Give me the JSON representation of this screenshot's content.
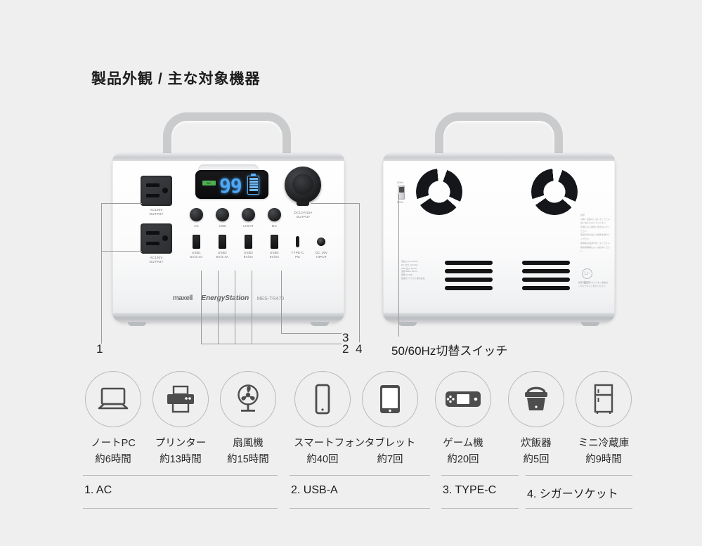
{
  "page": {
    "title": "製品外観 / 主な対象機器",
    "background_color": "#efefef"
  },
  "product": {
    "front": {
      "display": {
        "value": "99",
        "ac_indicator": "AC",
        "battery_icon": "battery-icon"
      },
      "ac_outlets": [
        {
          "label": "AC100V\nOUTPUT"
        },
        {
          "label": "AC100V\nOUTPUT"
        }
      ],
      "push_buttons": [
        {
          "label": "AC"
        },
        {
          "label": "USB"
        },
        {
          "label": "LIGHT"
        },
        {
          "label": "DC"
        }
      ],
      "usb_ports": [
        {
          "label": "USB1\n5V/2.4A"
        },
        {
          "label": "USB2\n5V/2.4A"
        },
        {
          "label": "USB3\n5V/3A"
        },
        {
          "label": "USB4\n5V/3A"
        }
      ],
      "type_c": {
        "label": "TYPE-C\nPD"
      },
      "dc_input": {
        "label": "DC 19V\nINPUT"
      },
      "cigarette_socket": {
        "label": "DC12V/10A\nOUTPUT"
      },
      "branding": {
        "maker": "maxell",
        "series": "EnergyStation",
        "model": "MES-TR470"
      }
    },
    "rear": {
      "hz_switch": {
        "top_tick": "50Hz",
        "bottom_tick": "60Hz"
      },
      "spec_plate": "定格入力 AC100V\nDC 出力 12V/10A\nUSB 出力 5V/3A\n型番 MES-TR470\n容量 474Wh\n製造元 マクセル株式会社",
      "warning_plate": "注意\n分解・改造をしないでください\n水にぬらさないでください\n高温になる場所に置かないでください\n直射日光の当たる場所を避けてください\n使用後は電源を切ってください\n取扱説明書をよくお読みください",
      "recycle_mark": "Li-ion",
      "recycle_note": "使用済みリチウムイオン電池は\nリサイクルにご協力ください"
    }
  },
  "callouts": {
    "numbers": [
      "1",
      "2",
      "3",
      "4"
    ],
    "hz_caption": "50/60Hz切替スイッチ"
  },
  "devices": [
    {
      "icon": "laptop-icon",
      "name": "ノートPC",
      "duration": "約6時間"
    },
    {
      "icon": "printer-icon",
      "name": "プリンター",
      "duration": "約13時間"
    },
    {
      "icon": "fan-icon",
      "name": "扇風機",
      "duration": "約15時間"
    },
    {
      "icon": "smartphone-icon",
      "name": "スマートフォン",
      "duration": "約40回"
    },
    {
      "icon": "tablet-icon",
      "name": "タブレット",
      "duration": "約7回"
    },
    {
      "icon": "game-console-icon",
      "name": "ゲーム機",
      "duration": "約20回"
    },
    {
      "icon": "rice-cooker-icon",
      "name": "炊飯器",
      "duration": "約5回"
    },
    {
      "icon": "refrigerator-icon",
      "name": "ミニ冷蔵庫",
      "duration": "約9時間"
    }
  ],
  "legend": [
    {
      "label": "1. AC"
    },
    {
      "label": "2. USB-A"
    },
    {
      "label": "3. TYPE-C"
    },
    {
      "label": "4. シガーソケット"
    }
  ]
}
